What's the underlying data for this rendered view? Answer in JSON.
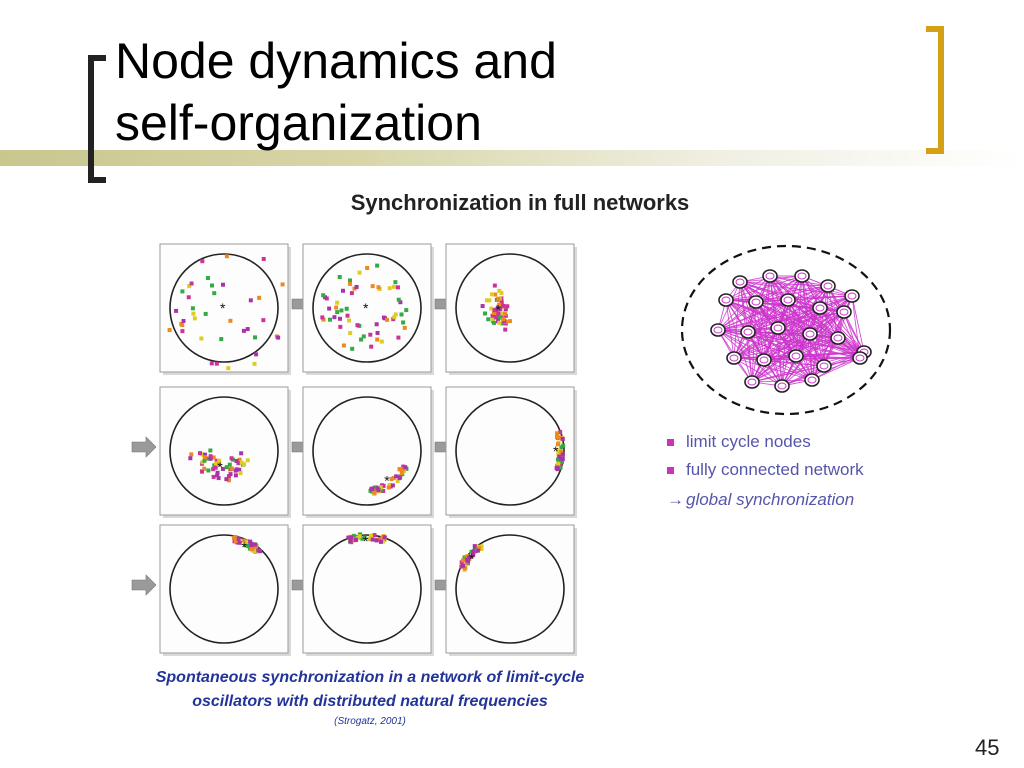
{
  "slide": {
    "title_line1": "Node dynamics and",
    "title_line2": "self-organization",
    "page_number": "45"
  },
  "figure": {
    "heading": "Synchronization in full networks",
    "caption_line1": "Spontaneous synchronization in a network of limit-cycle",
    "caption_line2": "oscillators with distributed natural frequencies",
    "citation": "(Strogatz, 2001)",
    "marker": "*"
  },
  "legend": {
    "item1": "limit cycle nodes",
    "item2": "fully connected network",
    "arrow": "→",
    "conclusion": "global synchronization"
  },
  "colors": {
    "accent_gold": "#d4a017",
    "network_magenta": "#cc33cc",
    "legend_text": "#5555aa",
    "caption_blue": "#223399",
    "dot_palette": [
      "#cc3399",
      "#33aa44",
      "#ddcc22",
      "#ee8822",
      "#aa33aa"
    ]
  }
}
